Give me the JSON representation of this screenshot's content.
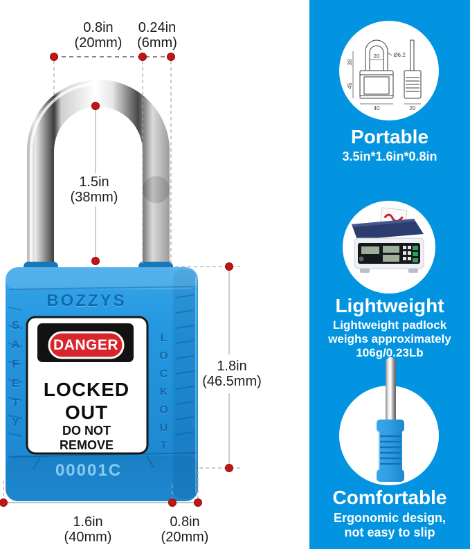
{
  "colors": {
    "sidebar_bg": "#0294e0",
    "padlock_blue": "#2196dd",
    "danger_red": "#d8252c",
    "dimension_dot_red": "#c41414",
    "label_white": "#ffffff",
    "text_dark": "#1c1c1c"
  },
  "diagram": {
    "dimensions": {
      "shackle_inner_width": {
        "inches": "0.8in",
        "metric": "(20mm)"
      },
      "shackle_diameter": {
        "inches": "0.24in",
        "metric": "(6mm)"
      },
      "shackle_height": {
        "inches": "1.5in",
        "metric": "(38mm)"
      },
      "body_height": {
        "inches": "1.8in",
        "metric": "(46.5mm)"
      },
      "body_width": {
        "inches": "1.6in",
        "metric": "(40mm)"
      },
      "body_depth": {
        "inches": "0.8in",
        "metric": "(20mm)"
      }
    },
    "padlock": {
      "brand": "BOZZYS",
      "danger_label": "DANGER",
      "line1": "LOCKED",
      "line2": "OUT",
      "line3": "DO NOT REMOVE",
      "serial": "00001C",
      "side_left": "SAFETY",
      "side_right": "LOCKOUT"
    }
  },
  "sidebar": {
    "features": [
      {
        "title": "Portable",
        "desc": "3.5in*1.6in*0.8in"
      },
      {
        "title": "Lightweight",
        "desc": "Lightweight padlock weighs approximately 106g/0.23Lb"
      },
      {
        "title": "Comfortable",
        "desc": "Ergonomic design, not easy to slip"
      }
    ],
    "tech_drawing": {
      "shackle_height": "38",
      "shackle_inner_width": "20",
      "shackle_diameter": "Ø6.2",
      "body_height": "45",
      "body_width": "40",
      "body_depth": "20"
    }
  }
}
